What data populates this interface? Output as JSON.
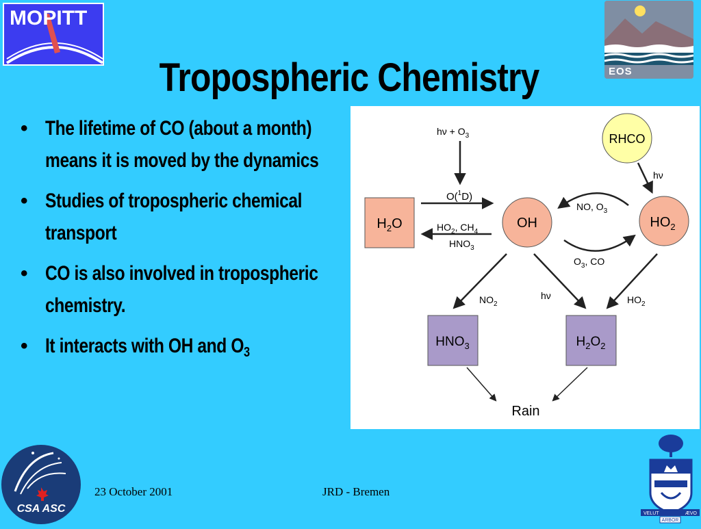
{
  "logos": {
    "mopitt_text": "MOPITT",
    "eos_text": "EOS",
    "csa_text": "CSA ASC",
    "uoft_motto_left": "VELUT",
    "uoft_motto_right": "ÆVO",
    "uoft_motto_bottom": "ARBOR"
  },
  "title": "Tropospheric Chemistry",
  "bullets": [
    "The lifetime of CO (about a month) means it is moved by the dynamics",
    "Studies of tropospheric chemical transport",
    "CO is also involved in tropospheric chemistry.",
    "It interacts with OH and O"
  ],
  "bullet4_sub": "3",
  "diagram": {
    "h2o": "H",
    "h2o_sub": "2",
    "h2o_end": "O",
    "oh": "OH",
    "ho2": "HO",
    "ho2_sub": "2",
    "rhco": "RHCO",
    "hno3": "HNO",
    "hno3_sub": "3",
    "h2o2_a": "H",
    "h2o2_sub1": "2",
    "h2o2_b": "O",
    "h2o2_sub2": "2",
    "rain": "Rain",
    "hv_o3": "hν  +  O",
    "hv_o3_sub": "3",
    "o1d_a": "O(",
    "o1d_sup": "1",
    "o1d_b": "D)",
    "ho2_ch4_a": "HO",
    "ho2_ch4_sub1": "2",
    "ho2_ch4_b": ",  CH",
    "ho2_ch4_sub2": "4",
    "hno3_lbl": "HNO",
    "hno3_lbl_sub": "3",
    "no_o3": "NO,  O",
    "no_o3_sub": "3",
    "o3_co_a": "O",
    "o3_co_sub": "3",
    "o3_co_b": ",  CO",
    "hv_rhco": "hν",
    "no2": "NO",
    "no2_sub": "2",
    "hv_mid": "hν",
    "ho2_lbl": "HO",
    "ho2_lbl_sub": "2"
  },
  "footer": {
    "date": "23 October 2001",
    "venue": "JRD - Bremen"
  }
}
